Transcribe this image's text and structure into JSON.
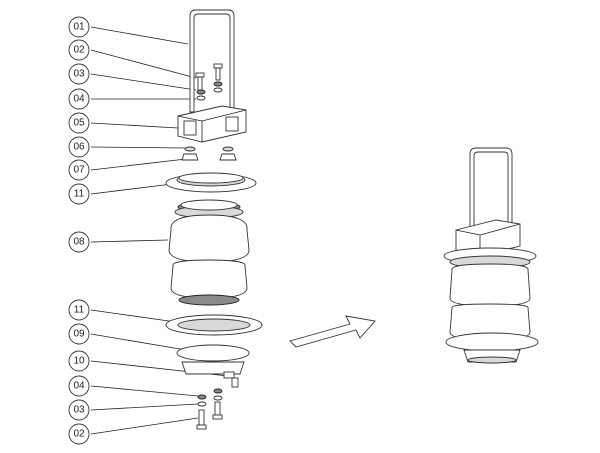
{
  "callouts": [
    "01",
    "02",
    "03",
    "04",
    "05",
    "06",
    "07",
    "11",
    "08",
    "11",
    "09",
    "10",
    "04",
    "03",
    "02"
  ],
  "colors": {
    "line": "#222222",
    "fill_light": "#ffffff",
    "fill_grey": "#d9d9d9",
    "fill_dark": "#8a8a8a"
  },
  "icons": {
    "arrow": "assembly-arrow-icon"
  }
}
